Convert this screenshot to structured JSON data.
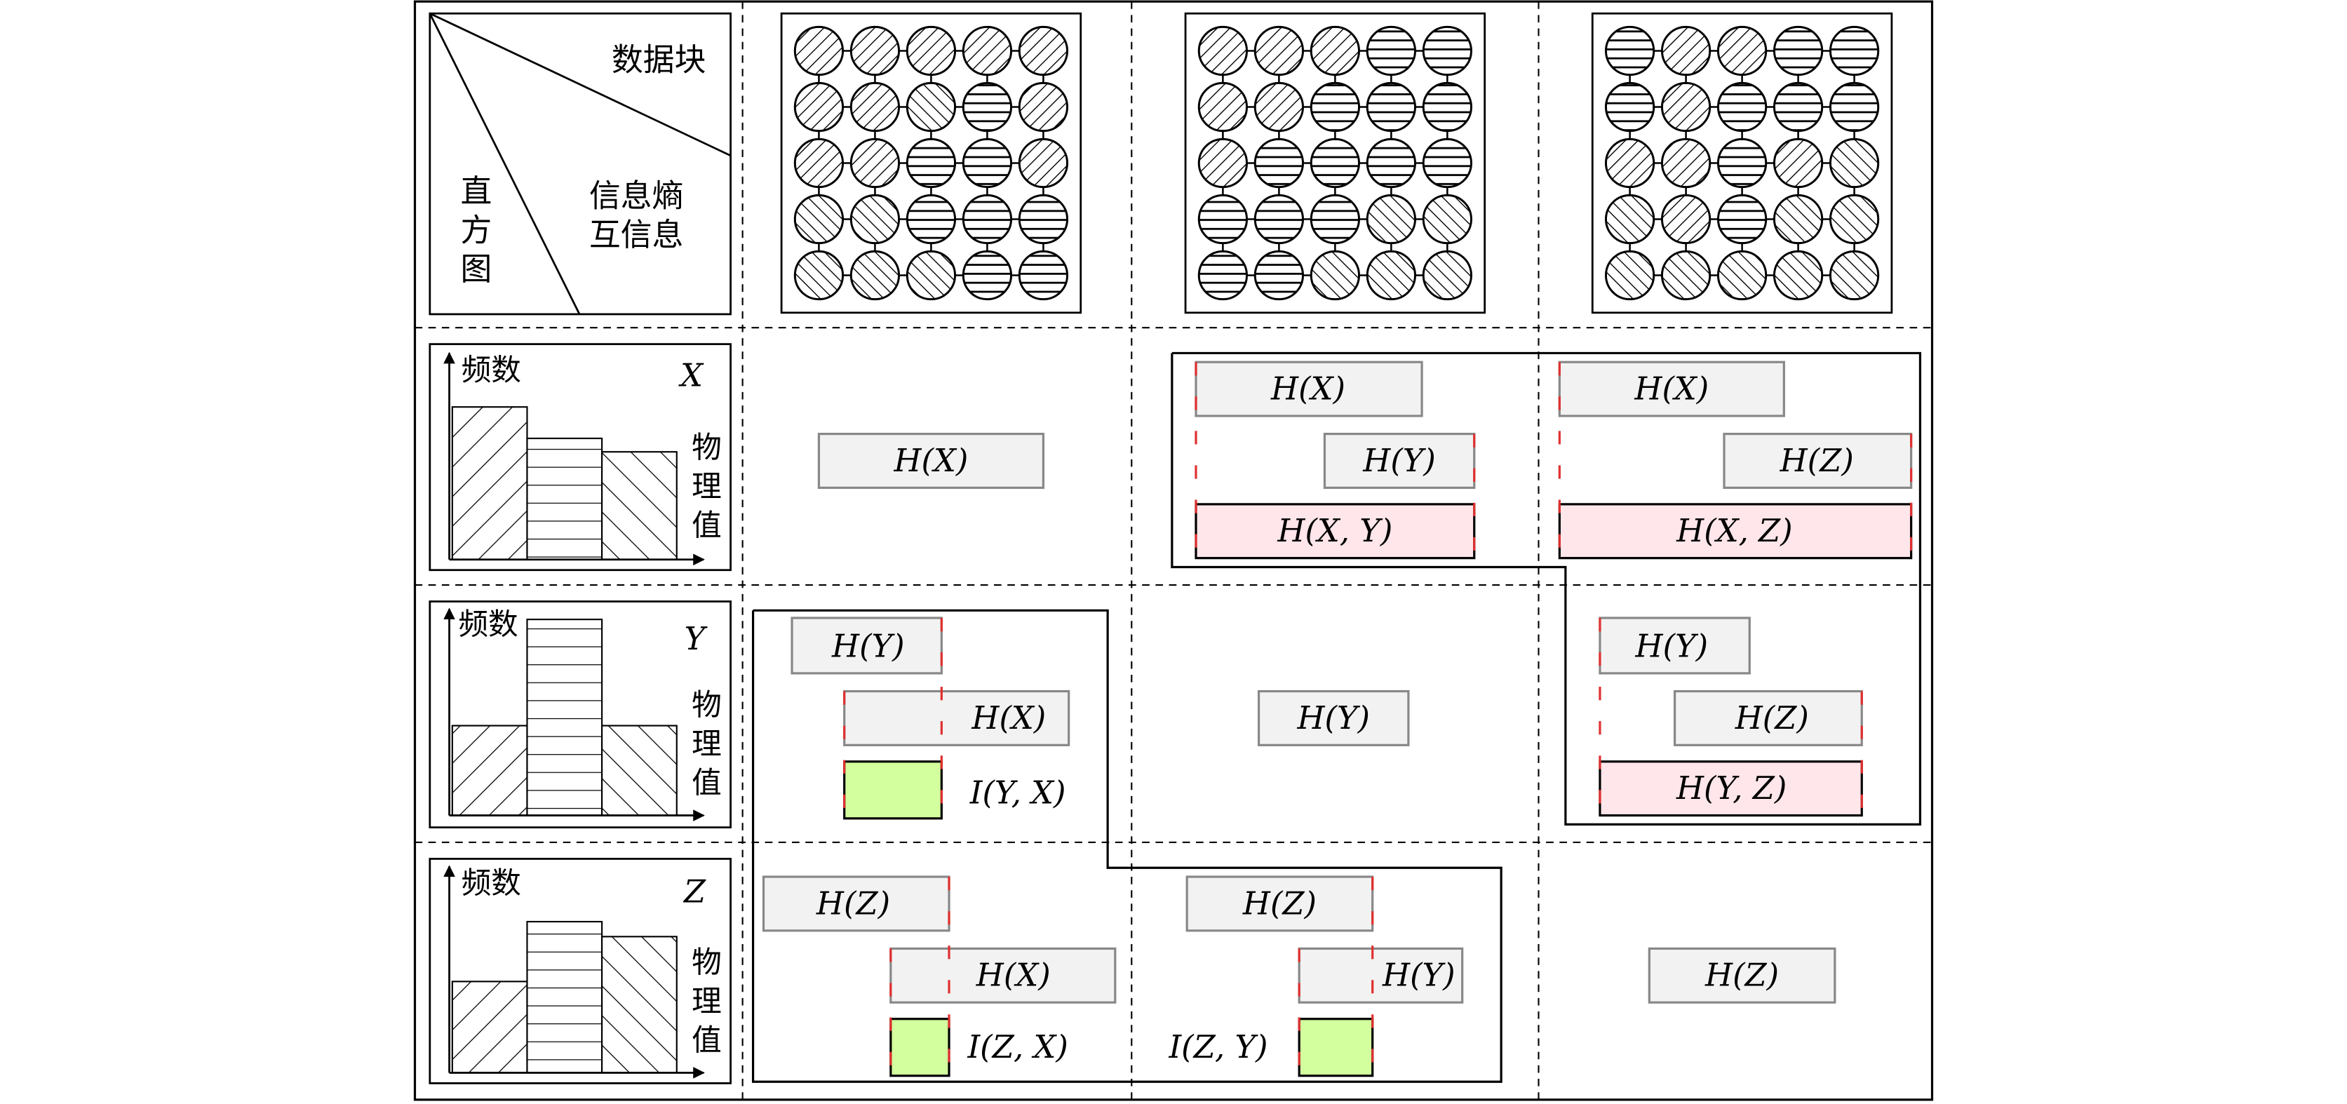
{
  "header": {
    "corner_top": "数据块",
    "corner_middle_line1": "信息熵",
    "corner_middle_line2": "互信息",
    "corner_left": [
      "直",
      "方",
      "图"
    ]
  },
  "histograms": [
    {
      "var": "X",
      "ylabel": "频数",
      "xlabel": [
        "物",
        "理",
        "值"
      ]
    },
    {
      "var": "Y",
      "ylabel": "频数",
      "xlabel": [
        "物",
        "理",
        "值"
      ]
    },
    {
      "var": "Z",
      "ylabel": "频数",
      "xlabel": [
        "物",
        "理",
        "值"
      ]
    }
  ],
  "entropy": {
    "HX": "H(X)",
    "HY": "H(Y)",
    "HZ": "H(Z)",
    "HXY": "H(X, Y)",
    "HXZ": "H(X, Z)",
    "HYZ": "H(Y, Z)",
    "IYX": "I(Y, X)",
    "IZX": "I(Z, X)",
    "IZY": "I(Z, Y)"
  },
  "colors": {
    "entropy_fill": "#f2f2f2",
    "joint_fill": "#ffe6ea",
    "mutual_fill": "#d4ff9e",
    "marker": "#e03030",
    "line": "#000000"
  },
  "patterns": {
    "grid1": [
      [
        "d",
        "d",
        "d",
        "d",
        "d"
      ],
      [
        "d",
        "d",
        "b",
        "h",
        "d"
      ],
      [
        "d",
        "d",
        "h",
        "h",
        "d"
      ],
      [
        "b",
        "b",
        "h",
        "h",
        "h"
      ],
      [
        "b",
        "b",
        "b",
        "h",
        "h"
      ]
    ],
    "grid2": [
      [
        "d",
        "d",
        "d",
        "h",
        "h"
      ],
      [
        "d",
        "d",
        "h",
        "h",
        "h"
      ],
      [
        "d",
        "h",
        "h",
        "h",
        "h"
      ],
      [
        "h",
        "h",
        "h",
        "b",
        "b"
      ],
      [
        "h",
        "h",
        "b",
        "b",
        "b"
      ]
    ],
    "grid3": [
      [
        "h",
        "d",
        "d",
        "h",
        "h"
      ],
      [
        "h",
        "d",
        "h",
        "h",
        "h"
      ],
      [
        "d",
        "d",
        "h",
        "d",
        "b"
      ],
      [
        "b",
        "d",
        "h",
        "b",
        "b"
      ],
      [
        "b",
        "b",
        "b",
        "b",
        "b"
      ]
    ]
  }
}
